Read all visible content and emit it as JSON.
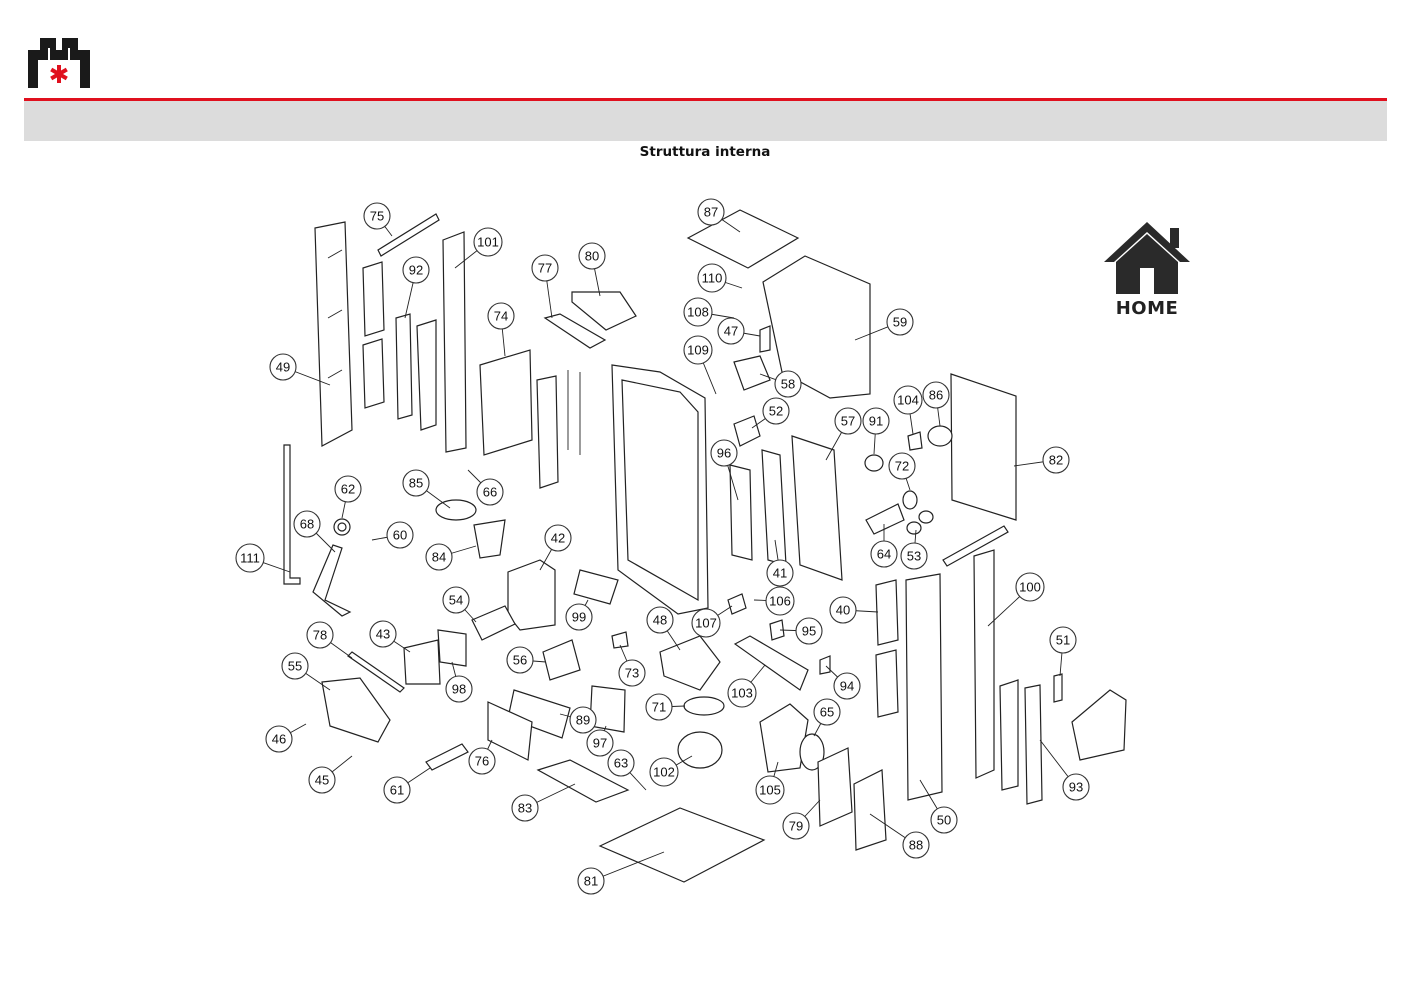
{
  "header": {
    "title": "Struttura interna",
    "accent_color": "#e0101e",
    "bar_color": "#dcdcdc"
  },
  "home_button": {
    "label": "HOME",
    "icon": "home-icon"
  },
  "parts": [
    "40",
    "41",
    "42",
    "43",
    "45",
    "46",
    "47",
    "48",
    "49",
    "50",
    "51",
    "52",
    "53",
    "54",
    "55",
    "56",
    "57",
    "58",
    "59",
    "60",
    "61",
    "62",
    "63",
    "64",
    "65",
    "66",
    "68",
    "71",
    "72",
    "73",
    "74",
    "75",
    "76",
    "77",
    "78",
    "79",
    "80",
    "81",
    "82",
    "83",
    "84",
    "85",
    "86",
    "87",
    "88",
    "89",
    "91",
    "92",
    "93",
    "94",
    "95",
    "96",
    "97",
    "98",
    "99",
    "100",
    "101",
    "102",
    "103",
    "104",
    "105",
    "106",
    "107",
    "108",
    "109",
    "110",
    "111"
  ]
}
